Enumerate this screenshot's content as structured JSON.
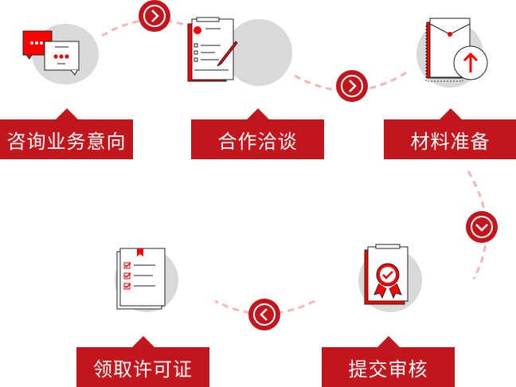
{
  "steps": [
    {
      "label": "咨询业务意向",
      "icon": "chat-bubbles-icon"
    },
    {
      "label": "合作洽谈",
      "icon": "clipboard-pen-icon"
    },
    {
      "label": "材料准备",
      "icon": "envelope-upload-icon"
    },
    {
      "label": "提交审核",
      "icon": "certificate-badge-icon"
    },
    {
      "label": "领取许可证",
      "icon": "checklist-icon"
    }
  ],
  "colors": {
    "accent": "#c3161c",
    "bright": "#ff0000",
    "dash": "#f5b5b5",
    "circle": "#d9d9d9"
  }
}
